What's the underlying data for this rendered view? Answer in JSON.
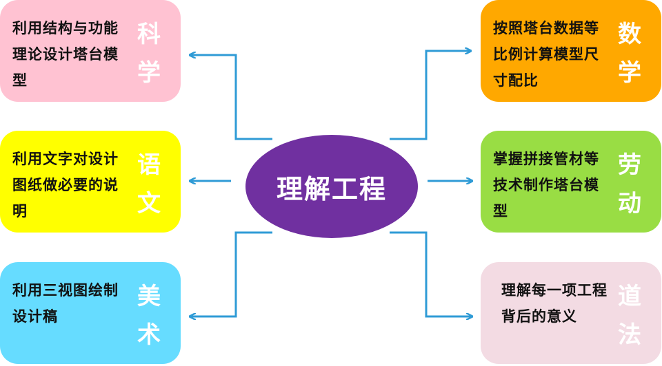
{
  "center": {
    "label": "理解工程"
  },
  "cards": {
    "science": {
      "subject": "科学",
      "description": "利用结构与功能理论设计塔台模型"
    },
    "chinese": {
      "subject": "语文",
      "description": "利用文字对设计图纸做必要的说明"
    },
    "art": {
      "subject": "美术",
      "description": "利用三视图绘制设计稿"
    },
    "math": {
      "subject": "数学",
      "description": "按照塔台数据等比例计算模型尺寸配比"
    },
    "labor": {
      "subject": "劳动",
      "description": "掌握拼接管材等技术制作塔台模型"
    },
    "ethics": {
      "subject": "道法",
      "description": "理解每一项工程背后的意义"
    }
  },
  "colors": {
    "science": "#ffc2d2",
    "chinese": "#ffff00",
    "art": "#66dcff",
    "math": "#ffa800",
    "labor": "#99dd44",
    "ethics": "#f3dbe3",
    "center": "#7030a0",
    "arrow": "#2f9bd6"
  }
}
